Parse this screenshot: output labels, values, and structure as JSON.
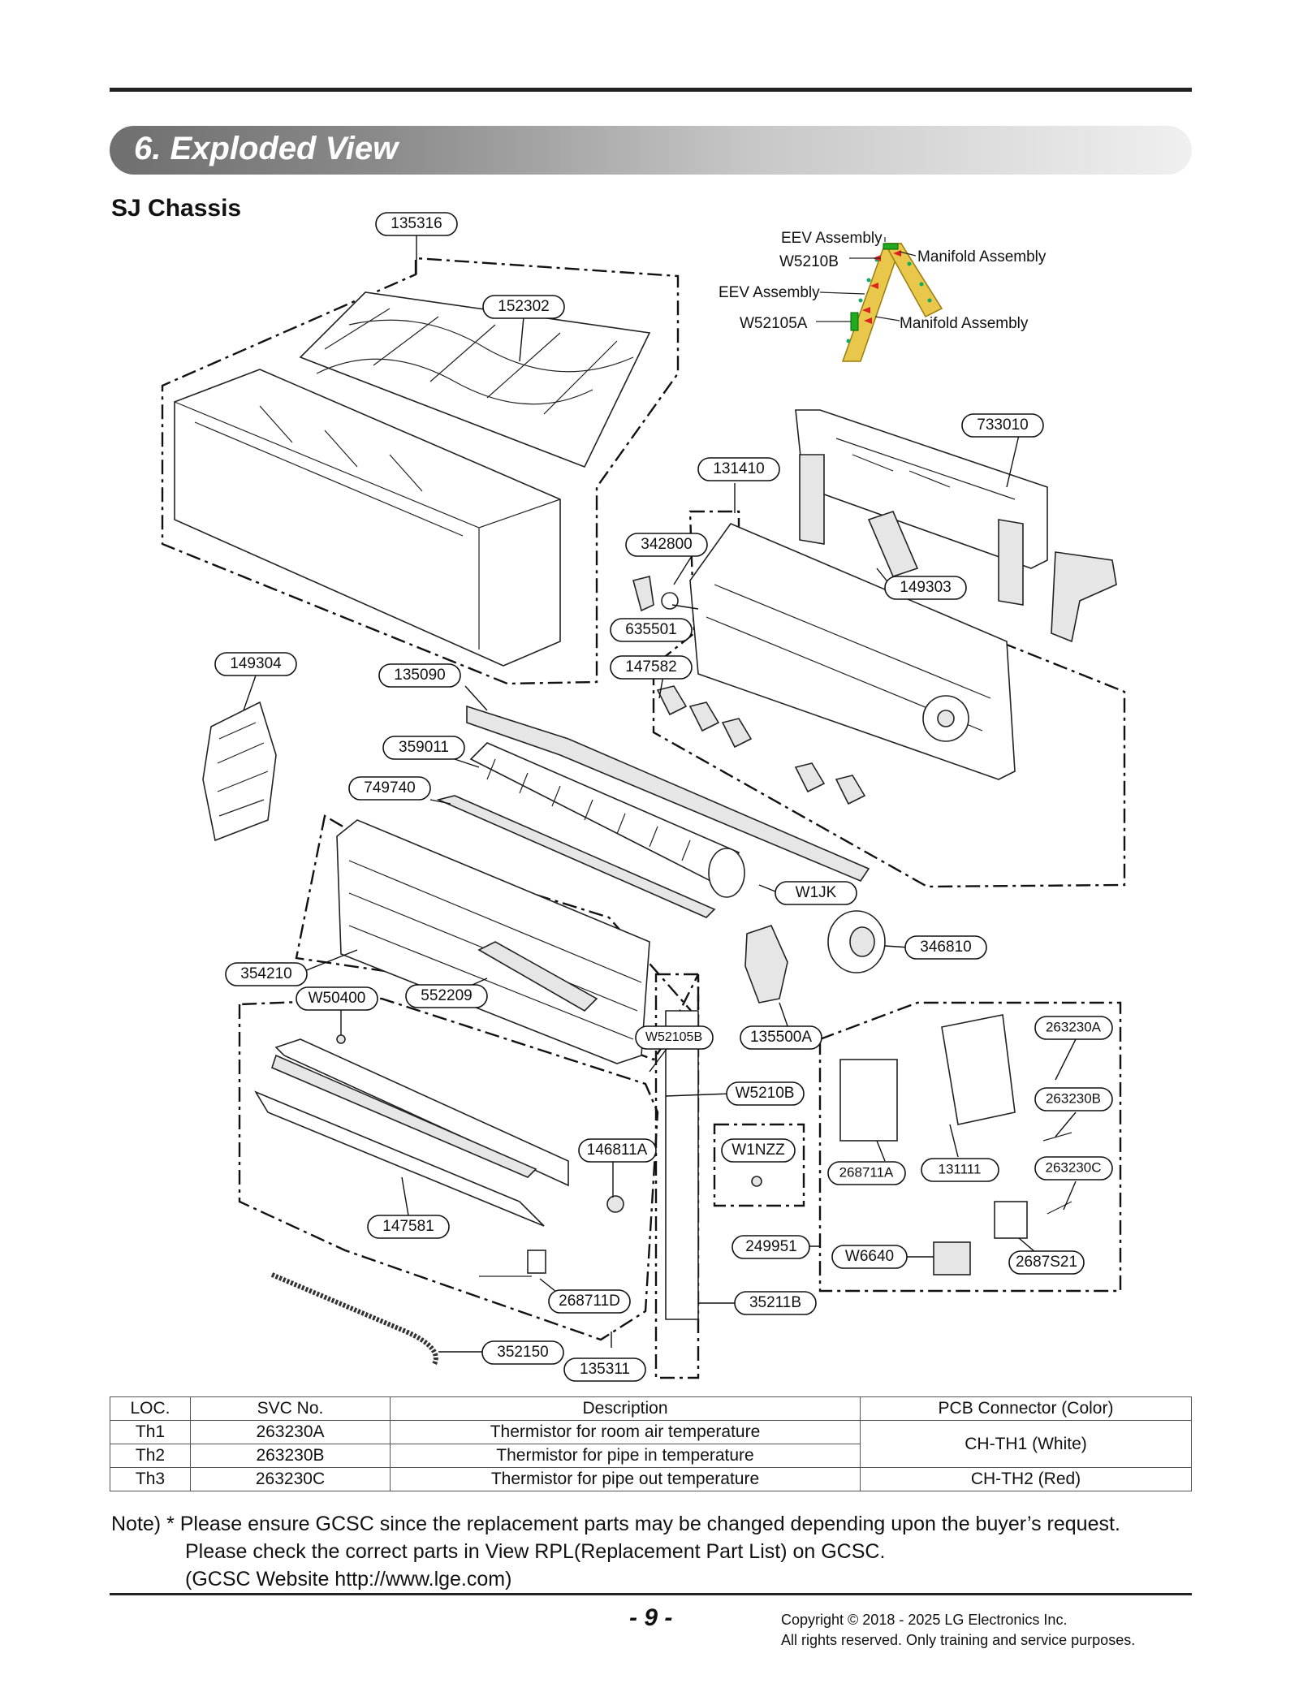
{
  "section_title": "6. Exploded View",
  "chassis": "SJ Chassis",
  "inset": {
    "eev_assembly_1": "EEV Assembly",
    "w5210b": "W5210B",
    "manifold_assembly_1": "Manifold Assembly",
    "eev_assembly_2": "EEV Assembly",
    "w52105a": "W52105A",
    "manifold_assembly_2": "Manifold Assembly"
  },
  "callouts": {
    "c135316": "135316",
    "c152302": "152302",
    "c733010": "733010",
    "c131410": "131410",
    "c342800": "342800",
    "c149303": "149303",
    "c635501": "635501",
    "c147582": "147582",
    "c149304": "149304",
    "c135090": "135090",
    "c359011": "359011",
    "c749740": "749740",
    "cW1JK": "W1JK",
    "c346810": "346810",
    "c354210": "354210",
    "cW50400": "W50400",
    "c552209": "552209",
    "cW52105B": "W52105B",
    "c135500A": "135500A",
    "c263230A": "263230A",
    "cW5210B": "W5210B",
    "c263230B": "263230B",
    "c146811A": "146811A",
    "cW1NZZ": "W1NZZ",
    "c268711A": "268711A",
    "c131111": "131111",
    "c263230C": "263230C",
    "c147581": "147581",
    "c249951": "249951",
    "cW6640": "W6640",
    "c2687S21": "2687S21",
    "c268711D": "268711D",
    "c35211B": "35211B",
    "c352150": "352150",
    "c135311": "135311"
  },
  "table": {
    "headers": [
      "LOC.",
      "SVC No.",
      "Description",
      "PCB Connector (Color)"
    ],
    "rows": [
      {
        "loc": "Th1",
        "svc": "263230A",
        "desc": "Thermistor for room air temperature"
      },
      {
        "loc": "Th2",
        "svc": "263230B",
        "desc": "Thermistor for pipe in temperature"
      },
      {
        "loc": "Th3",
        "svc": "263230C",
        "desc": "Thermistor for pipe out temperature"
      }
    ],
    "connector_th1_th2": "CH-TH1 (White)",
    "connector_th3": "CH-TH2 (Red)"
  },
  "note": {
    "line1": "Note) * Please ensure GCSC since the replacement parts may be changed depending upon the buyer’s request.",
    "line2": "Please check the correct parts in View RPL(Replacement Part List) on GCSC.",
    "line3": "(GCSC Website http://www.lge.com)"
  },
  "page_number": "- 9 -",
  "copyright_1": "Copyright © 2018 - 2025 LG Electronics Inc.",
  "copyright_2": "All rights reserved. Only training and service purposes."
}
